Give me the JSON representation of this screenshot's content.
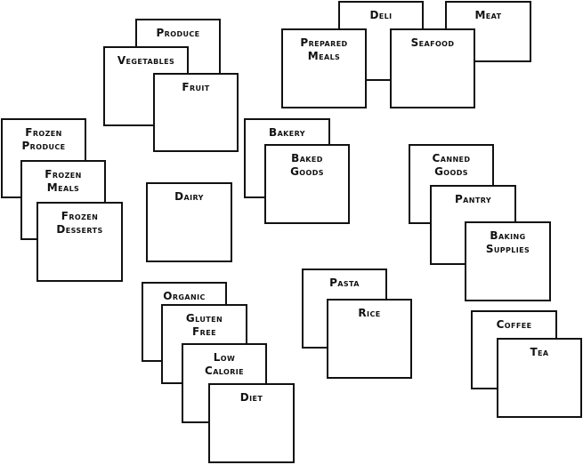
{
  "board": {
    "background_color": "#ffffff",
    "stroke_color": "#111111",
    "cards": [
      {
        "id": "produce",
        "label": "Produce"
      },
      {
        "id": "vegetables",
        "label": "Vegetables"
      },
      {
        "id": "fruit",
        "label": "Fruit"
      },
      {
        "id": "deli",
        "label": "Deli"
      },
      {
        "id": "meat",
        "label": "Meat"
      },
      {
        "id": "prepared-meals",
        "label": "Prepared\nMeals"
      },
      {
        "id": "seafood",
        "label": "Seafood"
      },
      {
        "id": "frozen-produce",
        "label": "Frozen\nProduce"
      },
      {
        "id": "frozen-meals",
        "label": "Frozen\nMeals"
      },
      {
        "id": "frozen-desserts",
        "label": "Frozen\nDesserts"
      },
      {
        "id": "bakery",
        "label": "Bakery"
      },
      {
        "id": "baked-goods",
        "label": "Baked\nGoods"
      },
      {
        "id": "dairy",
        "label": "Dairy"
      },
      {
        "id": "canned-goods",
        "label": "Canned\nGoods"
      },
      {
        "id": "pantry",
        "label": "Pantry"
      },
      {
        "id": "baking-supplies",
        "label": "Baking\nSupplies"
      },
      {
        "id": "organic",
        "label": "Organic"
      },
      {
        "id": "gluten-free",
        "label": "Gluten\nFree"
      },
      {
        "id": "low-calorie",
        "label": "Low\nCalorie"
      },
      {
        "id": "diet",
        "label": "Diet"
      },
      {
        "id": "pasta",
        "label": "Pasta"
      },
      {
        "id": "rice",
        "label": "Rice"
      },
      {
        "id": "coffee",
        "label": "Coffee"
      },
      {
        "id": "tea",
        "label": "Tea"
      }
    ]
  }
}
